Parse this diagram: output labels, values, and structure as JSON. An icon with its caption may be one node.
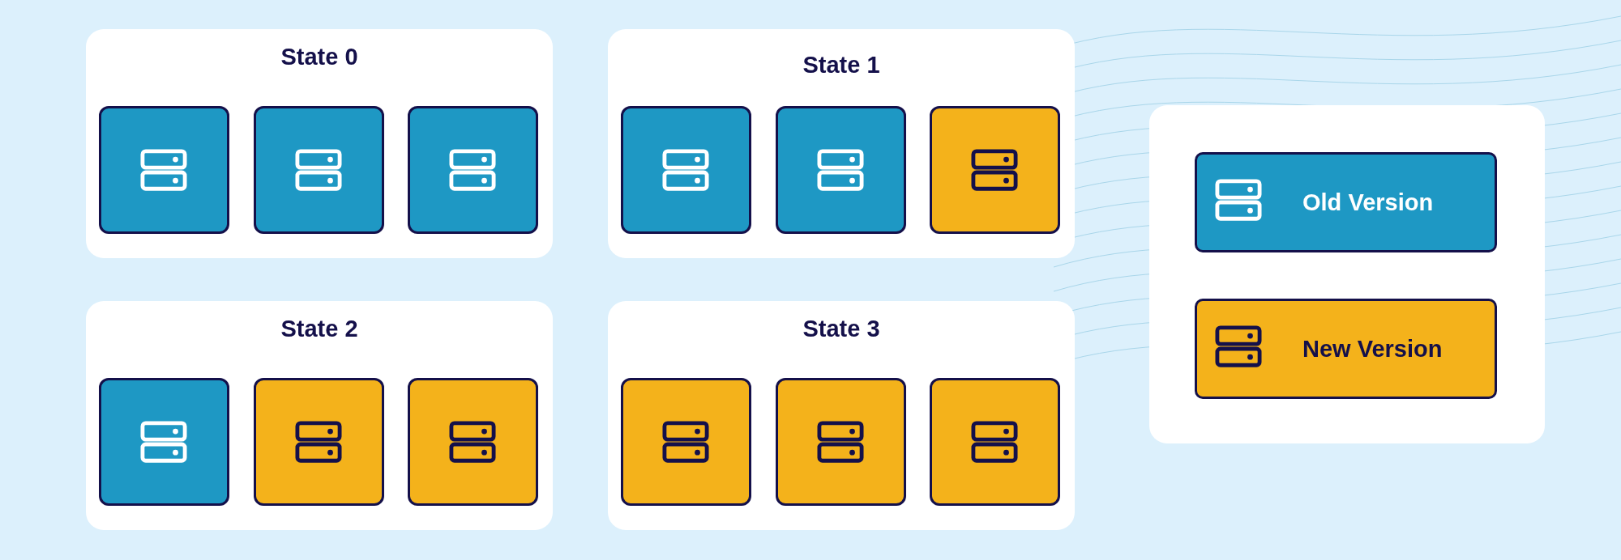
{
  "diagram": {
    "nodes": [
      {
        "text": [
          "State 0"
        ]
      },
      {
        "text": [],
        "shape": "box",
        "in": 0
      },
      {
        "text": [],
        "shape": "box",
        "in": 0
      },
      {
        "text": [],
        "shape": "box",
        "in": 0
      },
      {
        "text": [
          "State 1"
        ]
      },
      {
        "text": [],
        "shape": "box",
        "in": 4
      },
      {
        "text": [],
        "shape": "box",
        "in": 4
      },
      {
        "text": [],
        "shape": "box",
        "in": 4
      },
      {
        "text": [
          "State 2"
        ]
      },
      {
        "text": [],
        "shape": "box",
        "in": 8
      },
      {
        "text": [],
        "shape": "box",
        "in": 8
      },
      {
        "text": [],
        "shape": "box",
        "in": 8
      },
      {
        "text": [
          "State 3"
        ]
      },
      {
        "text": [],
        "shape": "box",
        "in": 12
      },
      {
        "text": [],
        "shape": "box",
        "in": 12
      },
      {
        "text": [],
        "shape": "box",
        "in": 12
      }
    ],
    "edges": [],
    "legend": [
      {
        "text": "Old Version",
        "color": "#1e98c4"
      },
      {
        "text": "New Version",
        "color": "#f4b21b"
      }
    ]
  }
}
